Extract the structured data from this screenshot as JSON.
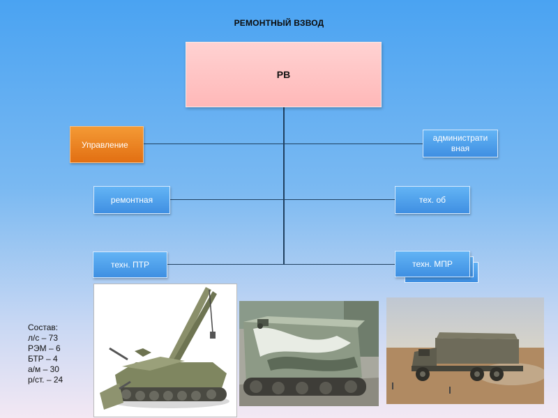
{
  "title": "РЕМОНТНЫЙ ВЗВОД",
  "chart": {
    "root": "РВ",
    "nodes": {
      "control": "Управление",
      "admin": "администрати вная",
      "repair": "ремонтная",
      "tech_service": "тех. об",
      "tech_ptr": "техн. ПТР",
      "tech_mpr": "техн. МПР"
    }
  },
  "composition": {
    "heading": "Состав:",
    "lines": [
      "л/с – 73",
      "РЭМ – 6",
      "БТР – 4",
      "а/м – 30",
      "р/ст. – 24"
    ]
  },
  "colors": {
    "root_fill": "#ffc2c2",
    "node_fill": "#4a9be8",
    "control_fill": "#ee8526",
    "connector": "#1f3f5f"
  }
}
